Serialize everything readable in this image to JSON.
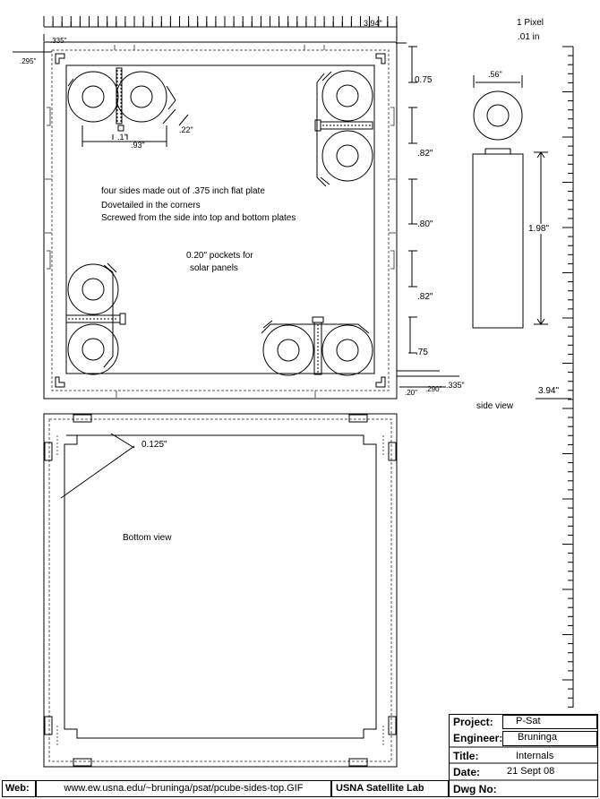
{
  "dimensions": {
    "width_394": "3.94\"",
    "offset_335_top": ".335\"",
    "offset_295": ".295\"",
    "roller_93": ".93\"",
    "gap_22": ".22\"",
    "small_1": ".1\"",
    "spacing_075_top": "0.75",
    "spacing_082_a": ".82\"",
    "spacing_080": ".80\"",
    "spacing_082_b": ".82\"",
    "spacing_075_bottom": ".75",
    "bottom_020": ".20\"",
    "bottom_290": ".290\"",
    "bottom_335": ".335\"",
    "right_394": "3.94\"",
    "bottom_view_0125": "0.125\""
  },
  "scale_note": {
    "line1": "1 Pixel",
    "line2": ".01 in"
  },
  "side_part": {
    "diameter": ".56\"",
    "height": "1.98\"",
    "label": "side view"
  },
  "notes": {
    "line1": "four sides made out of .375  inch flat plate",
    "line2": "Dovetailed in the corners",
    "line3": "Screwed from the side into top and bottom plates",
    "pockets1": "0.20\" pockets for",
    "pockets2": "solar panels"
  },
  "bottom_view_label": "Bottom view",
  "title_block": {
    "project_label": "Project:",
    "project_value": "P-Sat",
    "engineer_label": "Engineer:",
    "engineer_value": "Bruninga",
    "title_label": "Title:",
    "title_value": "Internals",
    "date_label": "Date:",
    "date_value": "21 Sept 08",
    "dwg_label": "Dwg No:",
    "dwg_value": ""
  },
  "footer": {
    "web_label": "Web:",
    "url": "www.ew.usna.edu/~bruninga/psat/pcube-sides-top.GIF",
    "lab": "USNA Satellite Lab"
  }
}
